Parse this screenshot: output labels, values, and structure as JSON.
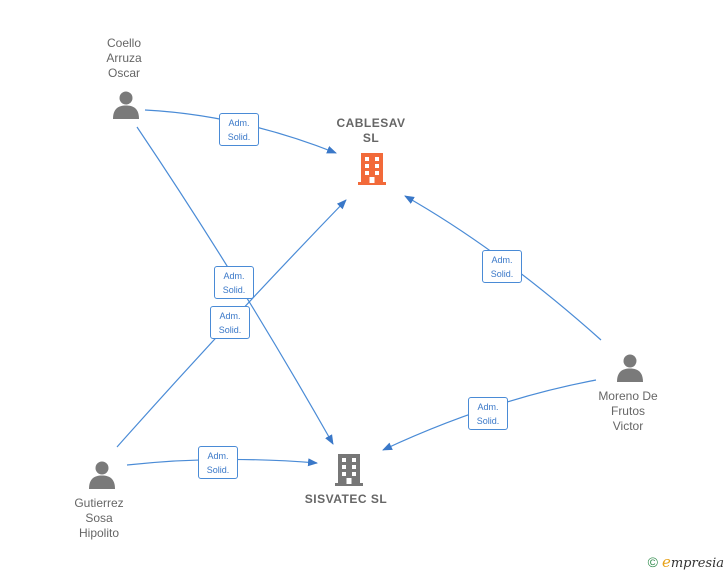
{
  "companies": {
    "cablesav": {
      "line1": "CABLESAV",
      "line2": "SL",
      "color": "#f26a3a"
    },
    "sisvatec": {
      "name": "SISVATEC SL",
      "color": "#777777"
    }
  },
  "persons": {
    "coello": {
      "line1": "Coello",
      "line2": "Arruza",
      "line3": "Oscar"
    },
    "gutierrez": {
      "line1": "Gutierrez",
      "line2": "Sosa",
      "line3": "Hipolito"
    },
    "moreno": {
      "line1": "Moreno De",
      "line2": "Frutos",
      "line3": "Victor"
    }
  },
  "edge_label": {
    "line1": "Adm.",
    "line2": "Solid."
  },
  "colors": {
    "edge": "#3a78c8",
    "person": "#7a7a7a"
  },
  "brand": {
    "copyright": "©",
    "e": "e",
    "rest": "mpresia"
  }
}
